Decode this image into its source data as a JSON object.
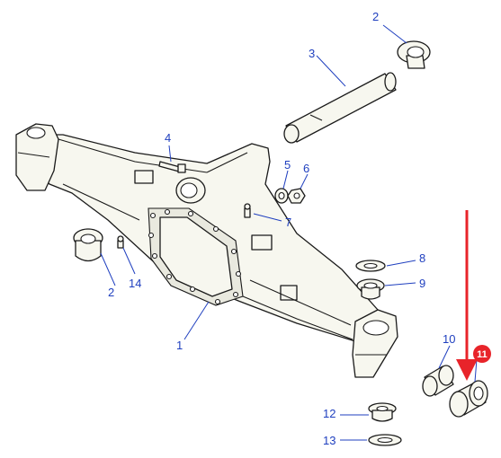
{
  "diagram": {
    "callouts": [
      {
        "id": "c1",
        "label": "1"
      },
      {
        "id": "c2a",
        "label": "2"
      },
      {
        "id": "c2b",
        "label": "2"
      },
      {
        "id": "c3",
        "label": "3"
      },
      {
        "id": "c4",
        "label": "4"
      },
      {
        "id": "c5",
        "label": "5"
      },
      {
        "id": "c6",
        "label": "6"
      },
      {
        "id": "c7",
        "label": "7"
      },
      {
        "id": "c8",
        "label": "8"
      },
      {
        "id": "c9",
        "label": "9"
      },
      {
        "id": "c10",
        "label": "10"
      },
      {
        "id": "c11",
        "label": "11"
      },
      {
        "id": "c12",
        "label": "12"
      },
      {
        "id": "c13",
        "label": "13"
      },
      {
        "id": "c14",
        "label": "14"
      }
    ],
    "highlight": {
      "label": "11",
      "badge_color": "#e8242a",
      "arrow_color": "#e8242a"
    },
    "label_color": "#1f3fbf"
  }
}
